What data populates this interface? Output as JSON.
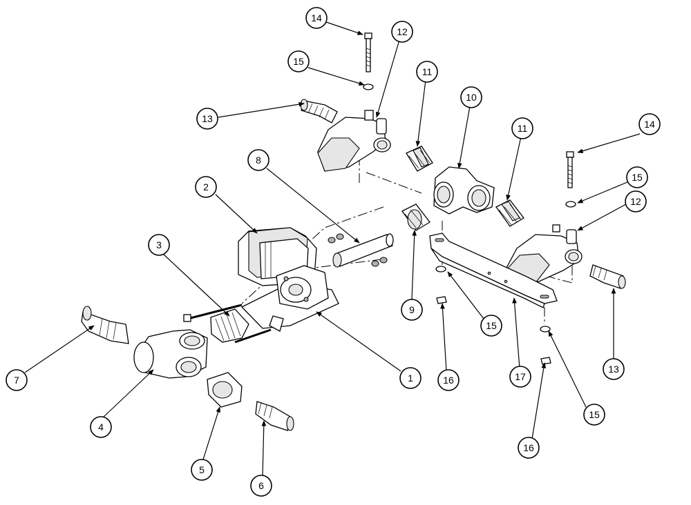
{
  "diagram": {
    "type": "exploded-parts-diagram",
    "callouts": [
      {
        "id": "c14a",
        "label": "14"
      },
      {
        "id": "c15a",
        "label": "15"
      },
      {
        "id": "c12a",
        "label": "12"
      },
      {
        "id": "c13a",
        "label": "13"
      },
      {
        "id": "c11a",
        "label": "11"
      },
      {
        "id": "c10",
        "label": "10"
      },
      {
        "id": "c8",
        "label": "8"
      },
      {
        "id": "c11b",
        "label": "11"
      },
      {
        "id": "c14b",
        "label": "14"
      },
      {
        "id": "c15b",
        "label": "15"
      },
      {
        "id": "c12b",
        "label": "12"
      },
      {
        "id": "c2",
        "label": "2"
      },
      {
        "id": "c3",
        "label": "3"
      },
      {
        "id": "c9",
        "label": "9"
      },
      {
        "id": "c15c",
        "label": "15"
      },
      {
        "id": "c13b",
        "label": "13"
      },
      {
        "id": "c7",
        "label": "7"
      },
      {
        "id": "c1",
        "label": "1"
      },
      {
        "id": "c16a",
        "label": "16"
      },
      {
        "id": "c17",
        "label": "17"
      },
      {
        "id": "c4",
        "label": "4"
      },
      {
        "id": "c15d",
        "label": "15"
      },
      {
        "id": "c16b",
        "label": "16"
      },
      {
        "id": "c5",
        "label": "5"
      },
      {
        "id": "c6",
        "label": "6"
      }
    ]
  }
}
